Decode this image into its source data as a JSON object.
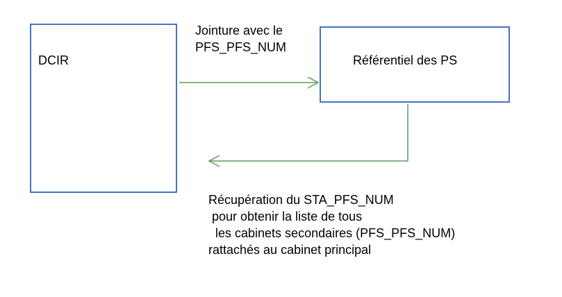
{
  "diagram": {
    "nodes": {
      "dcir": {
        "label": "DCIR"
      },
      "referentiel": {
        "label": "Référentiel des PS"
      }
    },
    "edges": {
      "join": {
        "label_lines": [
          "Jointure avec le",
          "PFS_PFS_NUM"
        ]
      },
      "recuperation": {
        "label_lines": [
          "Récupération du STA_PFS_NUM",
          " pour obtenir la liste de tous",
          "  les cabinets secondaires (PFS_PFS_NUM)",
          "rattachés au cabinet principal"
        ]
      }
    },
    "colors": {
      "box_border": "#4472c4",
      "arrow": "#5b9b5b",
      "text": "#000000"
    }
  }
}
